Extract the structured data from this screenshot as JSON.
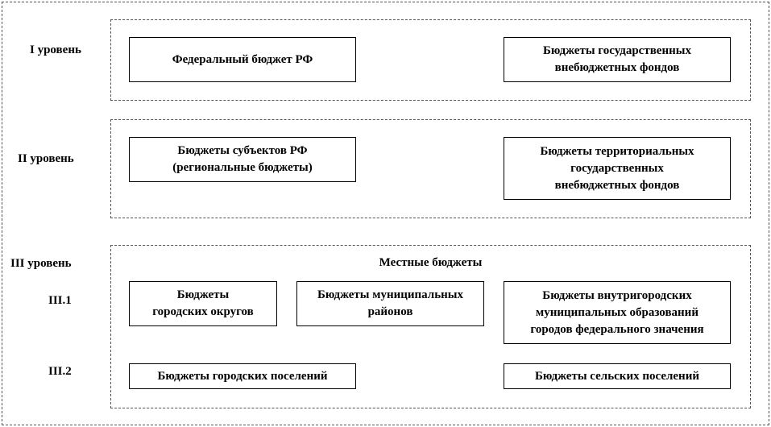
{
  "level1": {
    "label": "I уровень",
    "boxes": [
      "Федеральный бюджет РФ",
      "Бюджеты государственных\nвнебюджетных фондов"
    ]
  },
  "level2": {
    "label": "II уровень",
    "boxes": [
      "Бюджеты субъектов РФ\n(региональные бюджеты)",
      "Бюджеты территориальных\nгосударственных\nвнебюджетных фондов"
    ]
  },
  "level3": {
    "label": "III уровень",
    "title": "Местные бюджеты",
    "sub1": {
      "label": "III.1",
      "boxes": [
        "Бюджеты\nгородских округов",
        "Бюджеты муниципальных\nрайонов",
        "Бюджеты внутригородских\nмуниципальных образований\nгородов федерального значения"
      ]
    },
    "sub2": {
      "label": "III.2",
      "boxes": [
        "Бюджеты городских поселений",
        "Бюджеты сельских поселений"
      ]
    }
  }
}
